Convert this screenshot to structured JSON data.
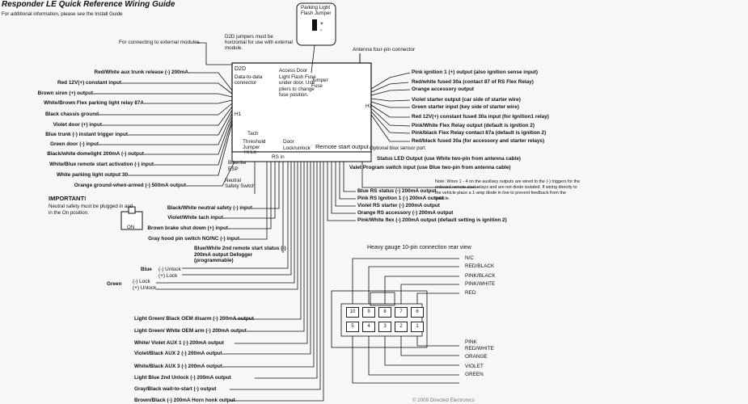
{
  "title": "Responder LE Quick Reference Wiring Guide",
  "subtitle": "For additional  information, please see the Install Guide",
  "external_note": "For connecting to external modules",
  "d2d_note": "D2D jumpers must be horizontal for use with external module.",
  "parking_jumper_label": "Parking Light Flash Jumper",
  "parking_plus": "+",
  "parking_minus": "-",
  "antenna_label": "Antenna four-pin connector",
  "d2d_connector": "D2D",
  "d2d_connector_sub": "Data-to-data connector",
  "access_text": "Access Door Light Flash Fuse under door. Use pliers to change fuse position.",
  "jumper_text": "Jumper Fuse",
  "h1": "H1",
  "h3": "H3",
  "tach_label": "Tach",
  "threshold_label": "Threshold Jumper",
  "hi_lo": "Hi  Lo",
  "rs_in": "RS  in",
  "door_label": "Door Lock/unlock",
  "remote_start_output": "Remote start output",
  "optional_blux": "Optional blux sensor port",
  "bitwriter": "Bitwriter ESP",
  "neutral_switch": "Neutral Safety Switch",
  "important_title": "IMPORTANT!",
  "important_text": "Neutral safety must be plugged in and in the On position.",
  "on_label": "ON",
  "left_wires": [
    "Red/White aux trunk release (-) 200mA",
    "Red 12V(+) constant input",
    "Brown siren (+) output",
    "White/Brown Flex parking light relay 87A",
    "Black chassis ground",
    "Violet door (+) input",
    "Blue trunk (-) instant trigger input",
    "Green door (-) input",
    "Black/white domelight 200mA (-) output",
    "White/Blue remote start activation (-) input",
    "White parking light output 30",
    "Orange ground-when-armed (-) 500mA output"
  ],
  "right_wires": [
    "Pink ignition 1 (+) output (also ignition sense input)",
    "Red/white fused 30a (contact 87 of RS Flex Relay)",
    "Orange accessory output",
    "Violet starter output (car side of starter wire)",
    "Green starter input (key side of starter wire)",
    "Red 12V(+) constant fused 30a input (for Ignition1 relay)",
    "Pink/White Flex Relay output (default is ignition 2)",
    "Pink/black Flex Relay contact 87a (default is ignition 2)",
    "Red/black fused 30a (for accessory and starter relays)"
  ],
  "status_led": "Status LED Output (use White two-pin from antenna cable)",
  "valet_program": "Valet Program switch input (use Blue two-pin from antenna cable)",
  "note": "Note: Wires 1 - 4 on the auxiliary outputs are wired to the (-) triggers for the onboard remote start relays and are not diode isolated. If wiring directly to the vehicle place a 1-amp diode in line to prevent feedback from the vehicle.",
  "mid_wires": [
    "Blue RS status (-) 200mA output",
    "Pink RS Ignition 1 (-) 200mA output",
    "Violet RS starter (-) 200mA output",
    "Orange RS accessory (-) 200mA output",
    "Pink/White flex (-) 200mA output (default setting is ignition 2)"
  ],
  "lower_wires": [
    "Black/White neutral safety (-) input",
    "Violet/White tach input",
    "Brown brake shut down (+) input",
    "Gray hood pin switch NO/NC (-) input"
  ],
  "blue_white_text": "Blue/White 2nd remote start status (-) 200mA output Defogger (programmable)",
  "blue_label": "Blue",
  "unlock_minus": "(-) Unlock",
  "unlock_plus": "(+) Lock",
  "green_label": "Green",
  "lock_minus": "(-) Lock",
  "lock_plus": "(+) Unlock",
  "bottom_wires": [
    "Light Green/ Black OEM disarm (-) 200mA output",
    "Light Green/ White OEM arm (-) 200mA output",
    "White/ Violet AUX 1 (-) 200mA output",
    "Violet/Black AUX 2 (-) 200mA output",
    "White/Black AUX 3 (-) 200mA output",
    "Light Blue 2nd Unlock (-) 200mA output",
    "Gray/Black wait-to-start (-) output",
    "Brown/Black (-) 200mA Horn honk output"
  ],
  "connector_title": "Heavy gauge 10-pin connection rear view",
  "connector_top_labels": [
    "N/C",
    "RED/BLACK",
    "PINK/BLACK",
    "PINK/WHITE",
    "RED"
  ],
  "connector_bottom_labels": [
    "PINK",
    "RED/WHITE",
    "ORANGE",
    "VIOLET",
    "GREEN"
  ],
  "top_pins": [
    "10",
    "9",
    "8",
    "7",
    "6"
  ],
  "bottom_pins": [
    "5",
    "4",
    "3",
    "2",
    "1"
  ],
  "footer": "© 2009 Directed Electronics"
}
